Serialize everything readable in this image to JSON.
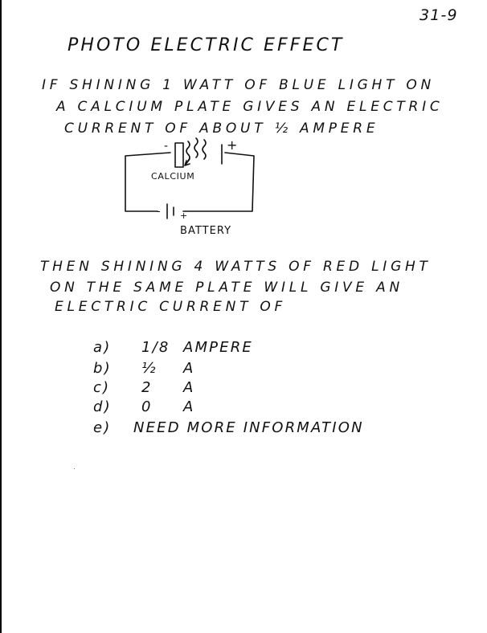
{
  "page_number": "31-9",
  "title": "PHOTO ELECTRIC EFFECT",
  "question": {
    "lines": [
      "IF SHINING 1 WATT OF BLUE LIGHT ON",
      "A CALCIUM PLATE GIVES AN ELECTRIC",
      "CURRENT OF ABOUT ½ AMPERE"
    ],
    "continuation": [
      "THEN SHINING 4 WATTS OF RED LIGHT",
      "ON THE SAME PLATE WILL GIVE AN",
      "ELECTRIC CURRENT OF"
    ]
  },
  "circuit": {
    "plate_label": "CALCIUM",
    "battery_label": "BATTERY",
    "minus_sign": "-",
    "plus_sign": "+"
  },
  "choices": [
    {
      "key": "a)",
      "value": "1/8",
      "unit": "AMPERE"
    },
    {
      "key": "b)",
      "value": "½",
      "unit": "A"
    },
    {
      "key": "c)",
      "value": "2",
      "unit": "A"
    },
    {
      "key": "d)",
      "value": "0",
      "unit": "A"
    },
    {
      "key": "e)",
      "value": "NEED MORE INFORMATION",
      "unit": ""
    }
  ]
}
